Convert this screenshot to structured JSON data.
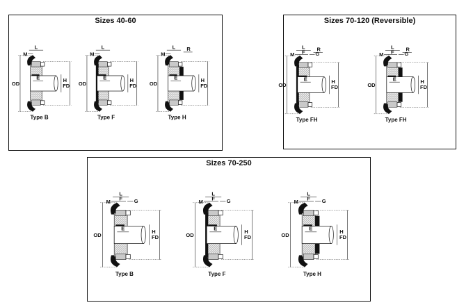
{
  "panels": [
    {
      "title": "Sizes 40-60",
      "diagrams": [
        {
          "caption": "Type B",
          "labels": {
            "m": "M",
            "l": "L",
            "e": "E",
            "h": "H",
            "od": "OD",
            "fd": "FD"
          }
        },
        {
          "caption": "Type F",
          "labels": {
            "m": "M",
            "l": "L",
            "e": "E",
            "h": "H",
            "od": "OD",
            "fd": "FD"
          }
        },
        {
          "caption": "Type H",
          "labels": {
            "m": "M",
            "l": "L",
            "r": "R",
            "e": "E",
            "h": "H",
            "od": "OD",
            "fd": "FD"
          }
        }
      ]
    },
    {
      "title": "Sizes 70-120  (Reversible)",
      "diagrams": [
        {
          "caption": "Type FH",
          "labels": {
            "m": "M",
            "l": "L",
            "f": "F",
            "r": "R",
            "g": "G",
            "e": "E",
            "h": "H",
            "od": "OD",
            "fd": "FD"
          }
        },
        {
          "caption": "Type FH",
          "labels": {
            "m": "M",
            "l": "L",
            "f": "F",
            "r": "R",
            "g": "G",
            "e": "E",
            "h": "H",
            "od": "OD",
            "fd": "FD"
          }
        }
      ]
    },
    {
      "title": "Sizes 70-250",
      "diagrams": [
        {
          "caption": "Type B",
          "labels": {
            "m": "M",
            "l": "L",
            "f": "F",
            "g": "G",
            "e": "E",
            "h": "H",
            "od": "OD",
            "fd": "FD"
          }
        },
        {
          "caption": "Type F",
          "labels": {
            "m": "M",
            "l": "L",
            "f": "F",
            "g": "G",
            "e": "E",
            "h": "H",
            "od": "OD",
            "fd": "FD"
          }
        },
        {
          "caption": "Type H",
          "labels": {
            "m": "M",
            "l": "L",
            "f": "F",
            "g": "G",
            "e": "E",
            "h": "H",
            "od": "OD",
            "fd": "FD"
          }
        }
      ]
    }
  ]
}
